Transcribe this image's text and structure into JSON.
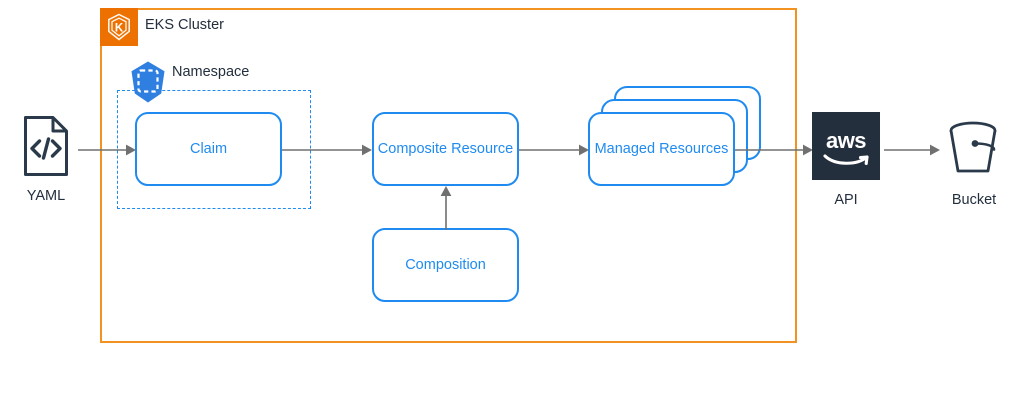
{
  "diagram": {
    "type": "architecture-flow",
    "background": "#ffffff",
    "colors": {
      "cluster_border": "#F29220",
      "cluster_badge": "#ED7100",
      "node_blue": "#1F8BF0",
      "namespace_blue": "#2E7FE0",
      "arrow_gray": "#707070",
      "text_dark": "#232F3E",
      "aws_icon_bg": "#242F3E"
    }
  },
  "cluster": {
    "title": "EKS Cluster",
    "badge_icon": "eks-kubernetes-icon"
  },
  "namespace": {
    "label": "Namespace",
    "icon": "namespace-hexagon-icon"
  },
  "nodes": {
    "claim": {
      "label": "Claim"
    },
    "composite": {
      "label": "Composite Resource"
    },
    "composition": {
      "label": "Composition"
    },
    "managed": {
      "label": "Managed Resources",
      "stack_count": 3
    }
  },
  "endpoints": {
    "yaml": {
      "label": "YAML",
      "icon": "yaml-file-code-icon"
    },
    "api": {
      "label": "API",
      "icon": "aws-logo-icon"
    },
    "bucket": {
      "label": "Bucket",
      "icon": "s3-bucket-icon"
    }
  },
  "connections": [
    {
      "name": "yaml-to-claim",
      "from": "yaml",
      "to": "claim",
      "direction": "right"
    },
    {
      "name": "claim-to-composite",
      "from": "claim",
      "to": "composite",
      "direction": "right"
    },
    {
      "name": "composite-to-managed",
      "from": "composite",
      "to": "managed",
      "direction": "right"
    },
    {
      "name": "managed-to-api",
      "from": "managed",
      "to": "api",
      "direction": "right"
    },
    {
      "name": "api-to-bucket",
      "from": "api",
      "to": "bucket",
      "direction": "right"
    },
    {
      "name": "composition-to-composite",
      "from": "composition",
      "to": "composite",
      "direction": "up"
    }
  ]
}
